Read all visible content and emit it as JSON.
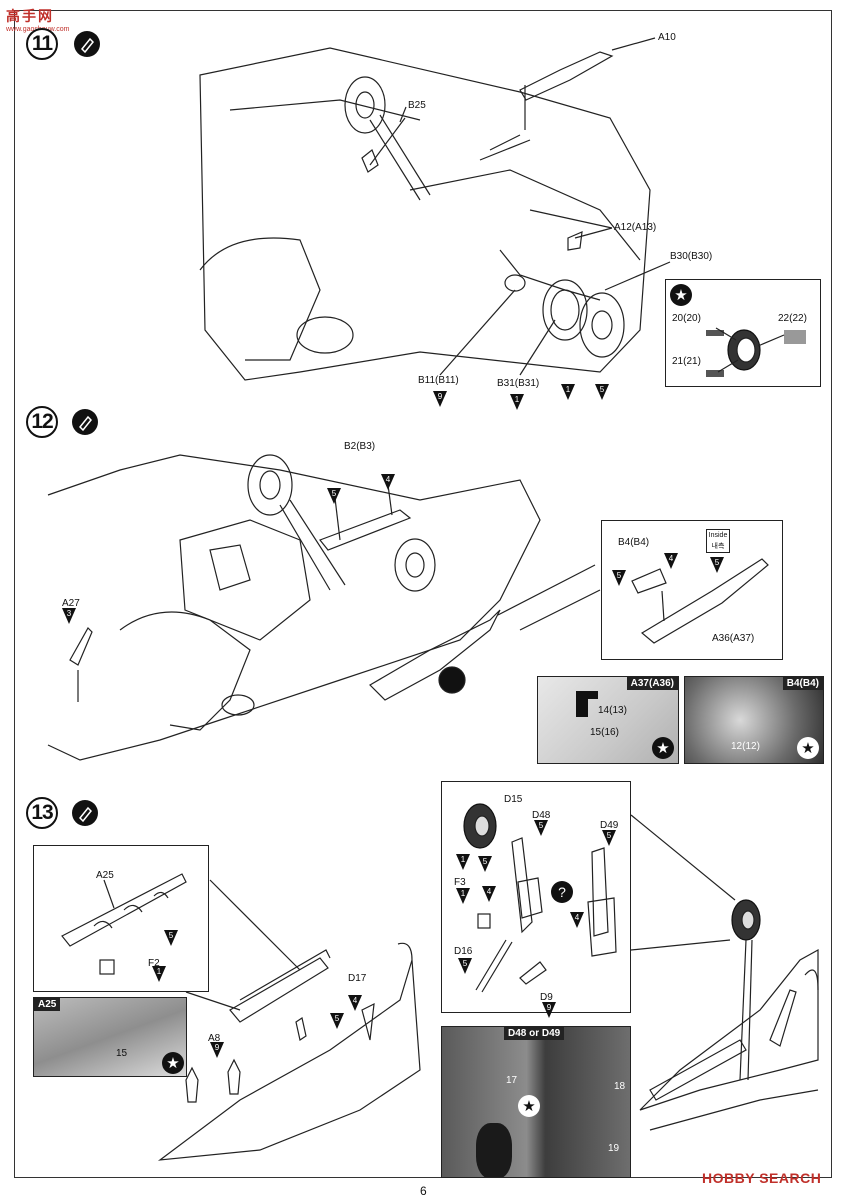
{
  "header": {
    "site_logo": "高手网",
    "site_url": "www.gaoshouw.com"
  },
  "steps": [
    {
      "number": "11",
      "labels": {
        "a10": "A10",
        "b25": "B25",
        "a12": "A12(A13)",
        "b30": "B30(B30)",
        "b11": "B11(B11)",
        "b31": "B31(B31)"
      },
      "paint": {
        "b11": "9",
        "b31": "1",
        "tire": "1",
        "hub": "5"
      },
      "decal_box": {
        "d20": "20(20)",
        "d22": "22(22)",
        "d21": "21(21)"
      }
    },
    {
      "number": "12",
      "labels": {
        "b2": "B2(B3)",
        "a27": "A27",
        "b4": "B4(B4)",
        "inside_en": "Inside",
        "inside_kr": "내측",
        "a36": "A36(A37)"
      },
      "paint": {
        "b2_a": "5",
        "b2_b": "4",
        "a27": "3",
        "b4_a": "5",
        "b4_b": "4",
        "inside": "5"
      },
      "photos": {
        "left": {
          "tag": "A37(A36)",
          "label_a": "14(13)",
          "label_b": "15(16)"
        },
        "right": {
          "tag": "B4(B4)",
          "label_a": "12(12)"
        }
      }
    },
    {
      "number": "13",
      "labels": {
        "a25": "A25",
        "f2": "F2",
        "a8": "A8",
        "d17": "D17",
        "d15": "D15",
        "d48": "D48",
        "d49": "D49",
        "f3": "F3",
        "d16": "D16",
        "d9": "D9"
      },
      "paint": {
        "a25": "5",
        "f2": "1",
        "a8": "9",
        "d17_a": "4",
        "d17_b": "5",
        "d15_a": "1",
        "d15_b": "5",
        "d48": "5",
        "d48_b": "4",
        "d49": "5",
        "d49_b": "4",
        "f3": "1",
        "d16": "5",
        "d9": "9"
      },
      "photos": {
        "a25_photo": {
          "tag": "A25",
          "label_a": "15"
        },
        "d48_photo": {
          "tag": "D48 or D49",
          "label_a": "17",
          "label_b": "18",
          "label_c": "19"
        }
      }
    }
  ],
  "footer": {
    "page_number": "6",
    "watermark": "HOBBY SEARCH"
  },
  "colors": {
    "ink": "#111111",
    "paper": "#ffffff",
    "watermark_red": "#c0302a"
  }
}
